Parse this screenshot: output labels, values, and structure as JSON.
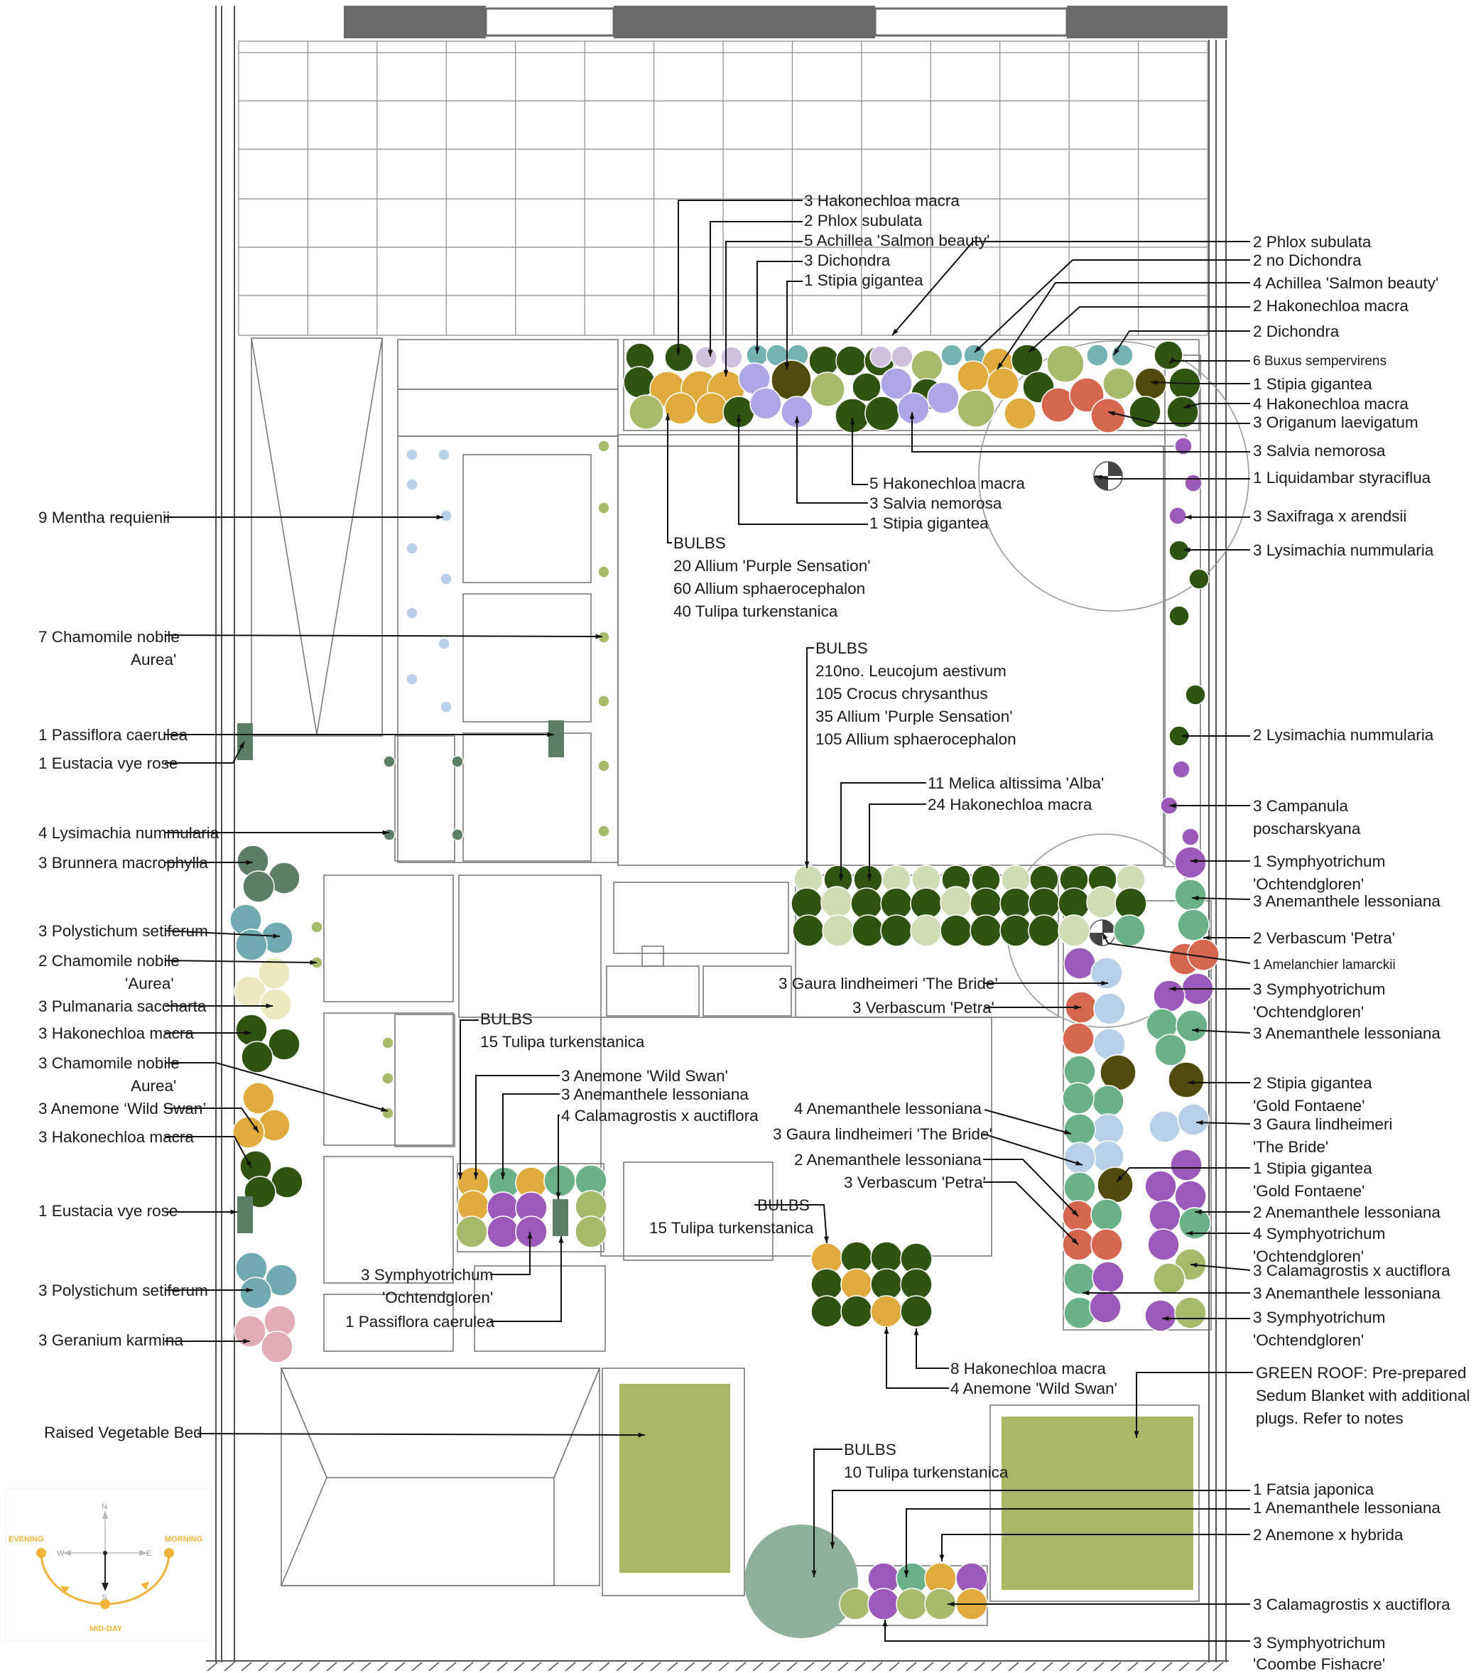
{
  "colors": {
    "dark_green": "#2f5310",
    "olive": "#4f4b0a",
    "yellow_green": "#a7ba6b",
    "pale_green": "#cfdcb4",
    "mustard": "#dfab3e",
    "lavender": "#ada7e8",
    "lilac": "#cfc1dd",
    "teal": "#74b2b3",
    "purple": "#9b5ab9",
    "sage": "#6ab189",
    "terracotta": "#d5674f",
    "light_blue": "#b7d0e8",
    "cream": "#ece9c1",
    "blue_grey": "#6fa9b2",
    "grey_green": "#5c7e66",
    "pink": "#e2acb4",
    "fatsia": "#8fb09a",
    "vegetable_bed": "#a9b867",
    "compass_orange": "#f0b43a"
  },
  "labels": [
    {
      "id": "hak-3-top",
      "text": "3 Hakonechloa macra"
    },
    {
      "id": "phlox-2-top",
      "text": "2 Phlox subulata"
    },
    {
      "id": "achillea-5",
      "text": "5 Achillea 'Salmon beauty'"
    },
    {
      "id": "dichondra-3",
      "text": "3 Dichondra"
    },
    {
      "id": "stipia-1-top",
      "text": "1 Stipia gigantea"
    },
    {
      "id": "phlox-2-right",
      "text": "2 Phlox subulata"
    },
    {
      "id": "dichondra-2no",
      "text": "2 no Dichondra"
    },
    {
      "id": "achillea-4",
      "text": "4 Achillea 'Salmon beauty'"
    },
    {
      "id": "hak-2-right",
      "text": "2 Hakonechloa macra"
    },
    {
      "id": "dichondra-2",
      "text": "2 Dichondra"
    },
    {
      "id": "buxus-6",
      "text": "6 Buxus sempervirens"
    },
    {
      "id": "stipia-1-right",
      "text": "1 Stipia gigantea"
    },
    {
      "id": "hak-4-right",
      "text": "4 Hakonechloa macra"
    },
    {
      "id": "origanum-3",
      "text": "3 Origanum laevigatum"
    },
    {
      "id": "salvia-3-right",
      "text": "3 Salvia nemorosa"
    },
    {
      "id": "liquidambar-1",
      "text": "1 Liquidambar styraciflua"
    },
    {
      "id": "saxifraga-3",
      "text": "3 Saxifraga x arendsii"
    },
    {
      "id": "lysimachia-3-right",
      "text": "3 Lysimachia nummularia"
    },
    {
      "id": "hak-5-mid",
      "text": "5 Hakonechloa macra"
    },
    {
      "id": "salvia-3-mid",
      "text": "3 Salvia nemorosa"
    },
    {
      "id": "stipia-1-mid",
      "text": "1 Stipia gigantea"
    },
    {
      "id": "bulbs-1-head",
      "text": "BULBS"
    },
    {
      "id": "bulbs-1-a",
      "text": "20 Allium 'Purple Sensation'"
    },
    {
      "id": "bulbs-1-b",
      "text": "60 Allium sphaerocephalon"
    },
    {
      "id": "bulbs-1-c",
      "text": "40 Tulipa turkenstanica"
    },
    {
      "id": "mentha-9",
      "text": "9 Mentha requienii"
    },
    {
      "id": "chamomile-7-a",
      "text": "7 Chamomile nobile"
    },
    {
      "id": "chamomile-7-b",
      "text": "Aurea'"
    },
    {
      "id": "bulbs-2-head",
      "text": "BULBS"
    },
    {
      "id": "bulbs-2-a",
      "text": "210no.  Leucojum aestivum"
    },
    {
      "id": "bulbs-2-b",
      "text": "105 Crocus chrysanthus"
    },
    {
      "id": "bulbs-2-c",
      "text": "35 Allium 'Purple Sensation'"
    },
    {
      "id": "bulbs-2-d",
      "text": "105 Allium sphaerocephalon"
    },
    {
      "id": "passiflora-1-left",
      "text": "1 Passiflora caerulea"
    },
    {
      "id": "eustacia-1-top",
      "text": "1 Eustacia vye rose"
    },
    {
      "id": "lysimachia-2-right",
      "text": "2 Lysimachia nummularia"
    },
    {
      "id": "melica-11",
      "text": "11 Melica altissima 'Alba'"
    },
    {
      "id": "hak-24",
      "text": "24 Hakonechloa macra"
    },
    {
      "id": "lysimachia-4-left",
      "text": "4 Lysimachia nummularia"
    },
    {
      "id": "campanula-3-a",
      "text": "3 Campanula"
    },
    {
      "id": "campanula-3-b",
      "text": "poscharskyana"
    },
    {
      "id": "brunnera-3",
      "text": "3 Brunnera macrophylla"
    },
    {
      "id": "symph-1-a",
      "text": "1 Symphyotrichum"
    },
    {
      "id": "symph-1-b",
      "text": "'Ochtendgloren'"
    },
    {
      "id": "anem-3-right-a",
      "text": "3  Anemanthele lessoniana"
    },
    {
      "id": "polystichum-3-top",
      "text": "3 Polystichum setiferum"
    },
    {
      "id": "verbascum-2",
      "text": "2  Verbascum 'Petra'"
    },
    {
      "id": "chamomile-2-a",
      "text": "2 Chamomile nobile"
    },
    {
      "id": "chamomile-2-b",
      "text": "'Aurea'"
    },
    {
      "id": "amelanchier-1",
      "text": "1 Amelanchier lamarckii"
    },
    {
      "id": "gaura-3-bride",
      "text": "3 Gaura lindheimeri 'The Bride'"
    },
    {
      "id": "symph-3-right-a",
      "text": "3 Symphyotrichum"
    },
    {
      "id": "symph-3-right-b",
      "text": "'Ochtendgloren'"
    },
    {
      "id": "pulmanaria-3",
      "text": "3 Pulmanaria saccharta"
    },
    {
      "id": "verbascum-3-mid",
      "text": "3  Verbascum 'Petra'"
    },
    {
      "id": "bulbs-3-head",
      "text": "BULBS"
    },
    {
      "id": "bulbs-3-a",
      "text": "15 Tulipa turkenstanica"
    },
    {
      "id": "hak-3-left",
      "text": "3 Hakonechloa macra"
    },
    {
      "id": "anem-3-right-b",
      "text": "3  Anemanthele lessoniana"
    },
    {
      "id": "anemone-3-wild-a",
      "text": "3 Anemone 'Wild Swan'"
    },
    {
      "id": "anem-3-mid",
      "text": "3 Anemanthele lessoniana"
    },
    {
      "id": "calamagrostis-4",
      "text": "4 Calamagrostis x auctiflora"
    },
    {
      "id": "chamomile-3-a",
      "text": "3 Chamomile nobile"
    },
    {
      "id": "chamomile-3-b",
      "text": "Aurea'"
    },
    {
      "id": "stipia-2-a",
      "text": "2 Stipia gigantea"
    },
    {
      "id": "stipia-2-b",
      "text": "'Gold Fontaene'"
    },
    {
      "id": "anemone-3-wild-left",
      "text": "3 Anemone ‘Wild Swan’"
    },
    {
      "id": "anem-4-mid",
      "text": "4  Anemanthele  lessoniana"
    },
    {
      "id": "gaura-3-right-a",
      "text": "3 Gaura lindheimeri"
    },
    {
      "id": "gaura-3-right-b",
      "text": "'The Bride'"
    },
    {
      "id": "hak-3-left2",
      "text": "3 Hakonechloa macra"
    },
    {
      "id": "gaura-3-mid",
      "text": "3 Gaura lindheimeri 'The Bride'"
    },
    {
      "id": "stipia-1-gold-a",
      "text": "1 Stipia gigantea"
    },
    {
      "id": "stipia-1-gold-b",
      "text": "'Gold Fontaene'"
    },
    {
      "id": "anem-2-mid",
      "text": "2  Anemanthele  lessoniana"
    },
    {
      "id": "verbascum-3-mid2",
      "text": "3  Verbascum 'Petra'"
    },
    {
      "id": "anem-2-right",
      "text": "2  Anemanthele  lessoniana"
    },
    {
      "id": "eustacia-1-bottom",
      "text": "1 Eustacia vye rose"
    },
    {
      "id": "bulbs-4-head",
      "text": "BULBS"
    },
    {
      "id": "bulbs-4-a",
      "text": "15 Tulipa turkenstanica"
    },
    {
      "id": "symph-4-a",
      "text": "4 Symphyotrichum"
    },
    {
      "id": "symph-4-b",
      "text": "'Ochtendgloren'"
    },
    {
      "id": "calamagrostis-3-right",
      "text": "3 Calamagrostis x auctiflora"
    },
    {
      "id": "symph-3-mid-a",
      "text": "3 Symphyotrichum"
    },
    {
      "id": "symph-3-mid-b",
      "text": "'Ochtendgloren'"
    },
    {
      "id": "polystichum-3-bottom",
      "text": "3 Polystichum setiferum"
    },
    {
      "id": "anem-3-right-c",
      "text": "3 Anemanthele  lessoniana"
    },
    {
      "id": "passiflora-1-mid",
      "text": "1 Passiflora caerulea"
    },
    {
      "id": "symph-3-right2-a",
      "text": "3 Symphyotrichum"
    },
    {
      "id": "symph-3-right2-b",
      "text": "'Ochtendgloren'"
    },
    {
      "id": "geranium-3",
      "text": "3 Geranium karmina"
    },
    {
      "id": "hak-8",
      "text": "8  Hakonechloa macra"
    },
    {
      "id": "anemone-4-wild",
      "text": "4 Anemone 'Wild Swan'"
    },
    {
      "id": "green-roof-a",
      "text": "GREEN ROOF: Pre-prepared"
    },
    {
      "id": "green-roof-b",
      "text": "Sedum Blanket with additional"
    },
    {
      "id": "green-roof-c",
      "text": "plugs. Refer to notes"
    },
    {
      "id": "veg-bed",
      "text": "Raised Vegetable Bed"
    },
    {
      "id": "bulbs-5-head",
      "text": "BULBS"
    },
    {
      "id": "bulbs-5-a",
      "text": "10 Tulipa turkenstanica"
    },
    {
      "id": "fatsia-1",
      "text": "1 Fatsia japonica"
    },
    {
      "id": "anem-1-bottom",
      "text": "1 Anemanthele  lessoniana"
    },
    {
      "id": "anemone-2-hybrida",
      "text": "2 Anemone x hybrida"
    },
    {
      "id": "calamagrostis-3-bottom",
      "text": "3 Calamagrostis x auctiflora"
    },
    {
      "id": "symph-3-coombe-a",
      "text": "3 Symphyotrichum"
    },
    {
      "id": "symph-3-coombe-b",
      "text": "'Coombe Fishacre'"
    }
  ],
  "compass": {
    "n": "N",
    "s": "S",
    "e": "E",
    "w": "W",
    "evening": "EVENING",
    "morning": "MORNING",
    "midday": "MID-DAY"
  }
}
